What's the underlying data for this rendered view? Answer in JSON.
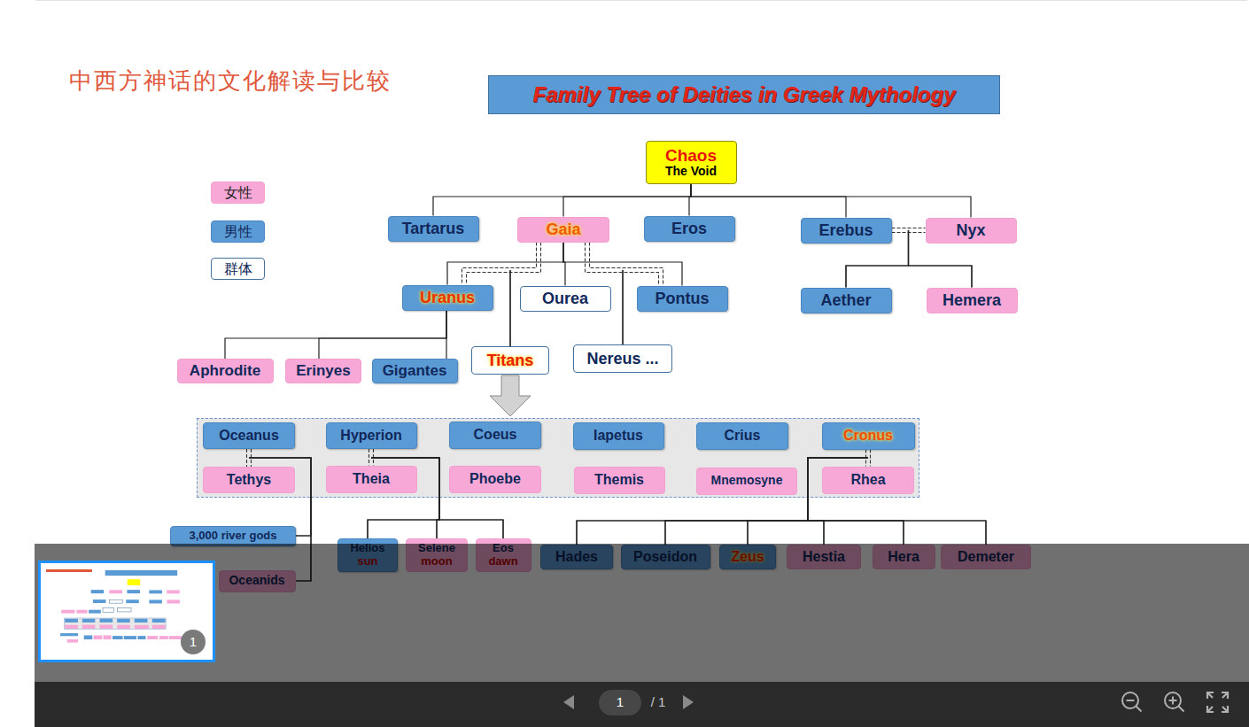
{
  "diagram": {
    "title": "Family Tree of Deities in Greek Mythology",
    "nodes": [
      {
        "text": [
          "Chaos",
          "The Void"
        ]
      },
      {
        "text": [
          "Tartarus"
        ]
      },
      {
        "text": [
          "Gaia"
        ]
      },
      {
        "text": [
          "Eros"
        ]
      },
      {
        "text": [
          "Erebus"
        ]
      },
      {
        "text": [
          "Nyx"
        ]
      },
      {
        "text": [
          "Uranus"
        ]
      },
      {
        "text": [
          "Ourea"
        ]
      },
      {
        "text": [
          "Pontus"
        ]
      },
      {
        "text": [
          "Aether"
        ]
      },
      {
        "text": [
          "Hemera"
        ]
      },
      {
        "text": [
          "Aphrodite"
        ]
      },
      {
        "text": [
          "Erinyes"
        ]
      },
      {
        "text": [
          "Gigantes"
        ]
      },
      {
        "text": [
          "Titans"
        ]
      },
      {
        "text": [
          "Nereus ..."
        ]
      },
      {
        "text": [
          "Oceanus"
        ]
      },
      {
        "text": [
          "Hyperion"
        ]
      },
      {
        "text": [
          "Coeus"
        ]
      },
      {
        "text": [
          "Iapetus"
        ]
      },
      {
        "text": [
          "Crius"
        ]
      },
      {
        "text": [
          "Cronus"
        ]
      },
      {
        "text": [
          "Tethys"
        ]
      },
      {
        "text": [
          "Theia"
        ]
      },
      {
        "text": [
          "Phoebe"
        ]
      },
      {
        "text": [
          "Themis"
        ]
      },
      {
        "text": [
          "Mnemosyne"
        ]
      },
      {
        "text": [
          "Rhea"
        ]
      },
      {
        "text": [
          "3,000 river gods"
        ]
      },
      {
        "text": [
          "Helios",
          "sun"
        ]
      },
      {
        "text": [
          "Selene",
          "moon"
        ]
      },
      {
        "text": [
          "Eos",
          "dawn"
        ]
      },
      {
        "text": [
          "Hades"
        ]
      },
      {
        "text": [
          "Poseidon"
        ]
      },
      {
        "text": [
          "Zeus"
        ]
      },
      {
        "text": [
          "Hestia"
        ]
      },
      {
        "text": [
          "Hera"
        ]
      },
      {
        "text": [
          "Demeter"
        ]
      },
      {
        "text": [
          "Oceanids"
        ]
      }
    ],
    "edges": [
      {
        "from": 0,
        "to": 1,
        "arrow": "none"
      },
      {
        "from": 0,
        "to": 2,
        "arrow": "none"
      },
      {
        "from": 0,
        "to": 3,
        "arrow": "none"
      },
      {
        "from": 0,
        "to": 4,
        "arrow": "none"
      },
      {
        "from": 0,
        "to": 5,
        "arrow": "none"
      },
      {
        "from": 4,
        "to": 5,
        "arrow": "none"
      },
      {
        "from": 4,
        "to": 9,
        "arrow": "none"
      },
      {
        "from": 4,
        "to": 10,
        "arrow": "none"
      },
      {
        "from": 5,
        "to": 9,
        "arrow": "none"
      },
      {
        "from": 5,
        "to": 10,
        "arrow": "none"
      },
      {
        "from": 2,
        "to": 6,
        "arrow": "none"
      },
      {
        "from": 2,
        "to": 7,
        "arrow": "none"
      },
      {
        "from": 2,
        "to": 8,
        "arrow": "none"
      },
      {
        "from": 2,
        "to": 6,
        "arrow": "none"
      },
      {
        "from": 2,
        "to": 8,
        "arrow": "none"
      },
      {
        "from": 2,
        "to": 14,
        "arrow": "none"
      },
      {
        "from": 6,
        "to": 14,
        "arrow": "none"
      },
      {
        "from": 2,
        "to": 15,
        "arrow": "none"
      },
      {
        "from": 8,
        "to": 15,
        "arrow": "none"
      },
      {
        "from": 6,
        "to": 11,
        "arrow": "none"
      },
      {
        "from": 6,
        "to": 12,
        "arrow": "none"
      },
      {
        "from": 6,
        "to": 13,
        "arrow": "none"
      },
      {
        "from": 16,
        "to": 22,
        "arrow": "none"
      },
      {
        "from": 16,
        "to": 28,
        "arrow": "none"
      },
      {
        "from": 16,
        "to": 38,
        "arrow": "none"
      },
      {
        "from": 22,
        "to": 28,
        "arrow": "none"
      },
      {
        "from": 22,
        "to": 38,
        "arrow": "none"
      },
      {
        "from": 17,
        "to": 23,
        "arrow": "none"
      },
      {
        "from": 17,
        "to": 29,
        "arrow": "none"
      },
      {
        "from": 17,
        "to": 30,
        "arrow": "none"
      },
      {
        "from": 17,
        "to": 31,
        "arrow": "none"
      },
      {
        "from": 23,
        "to": 29,
        "arrow": "none"
      },
      {
        "from": 23,
        "to": 30,
        "arrow": "none"
      },
      {
        "from": 23,
        "to": 31,
        "arrow": "none"
      },
      {
        "from": 21,
        "to": 27,
        "arrow": "none"
      },
      {
        "from": 21,
        "to": 32,
        "arrow": "none"
      },
      {
        "from": 21,
        "to": 33,
        "arrow": "none"
      },
      {
        "from": 21,
        "to": 34,
        "arrow": "none"
      },
      {
        "from": 21,
        "to": 35,
        "arrow": "none"
      },
      {
        "from": 21,
        "to": 36,
        "arrow": "none"
      },
      {
        "from": 21,
        "to": 37,
        "arrow": "none"
      },
      {
        "from": 27,
        "to": 32,
        "arrow": "none"
      },
      {
        "from": 27,
        "to": 33,
        "arrow": "none"
      },
      {
        "from": 27,
        "to": 34,
        "arrow": "none"
      },
      {
        "from": 27,
        "to": 35,
        "arrow": "none"
      },
      {
        "from": 27,
        "to": 36,
        "arrow": "none"
      },
      {
        "from": 27,
        "to": 37,
        "arrow": "none"
      }
    ],
    "labels": [
      "中西方神话的文化解读与比较",
      "1",
      "1",
      "/ 1"
    ],
    "legend": [
      {
        "text": "女性",
        "color": "#f7a8d6"
      },
      {
        "text": "男性",
        "color": "#5b9bd5"
      },
      {
        "text": "群体",
        "color": "#ffffff"
      }
    ]
  }
}
